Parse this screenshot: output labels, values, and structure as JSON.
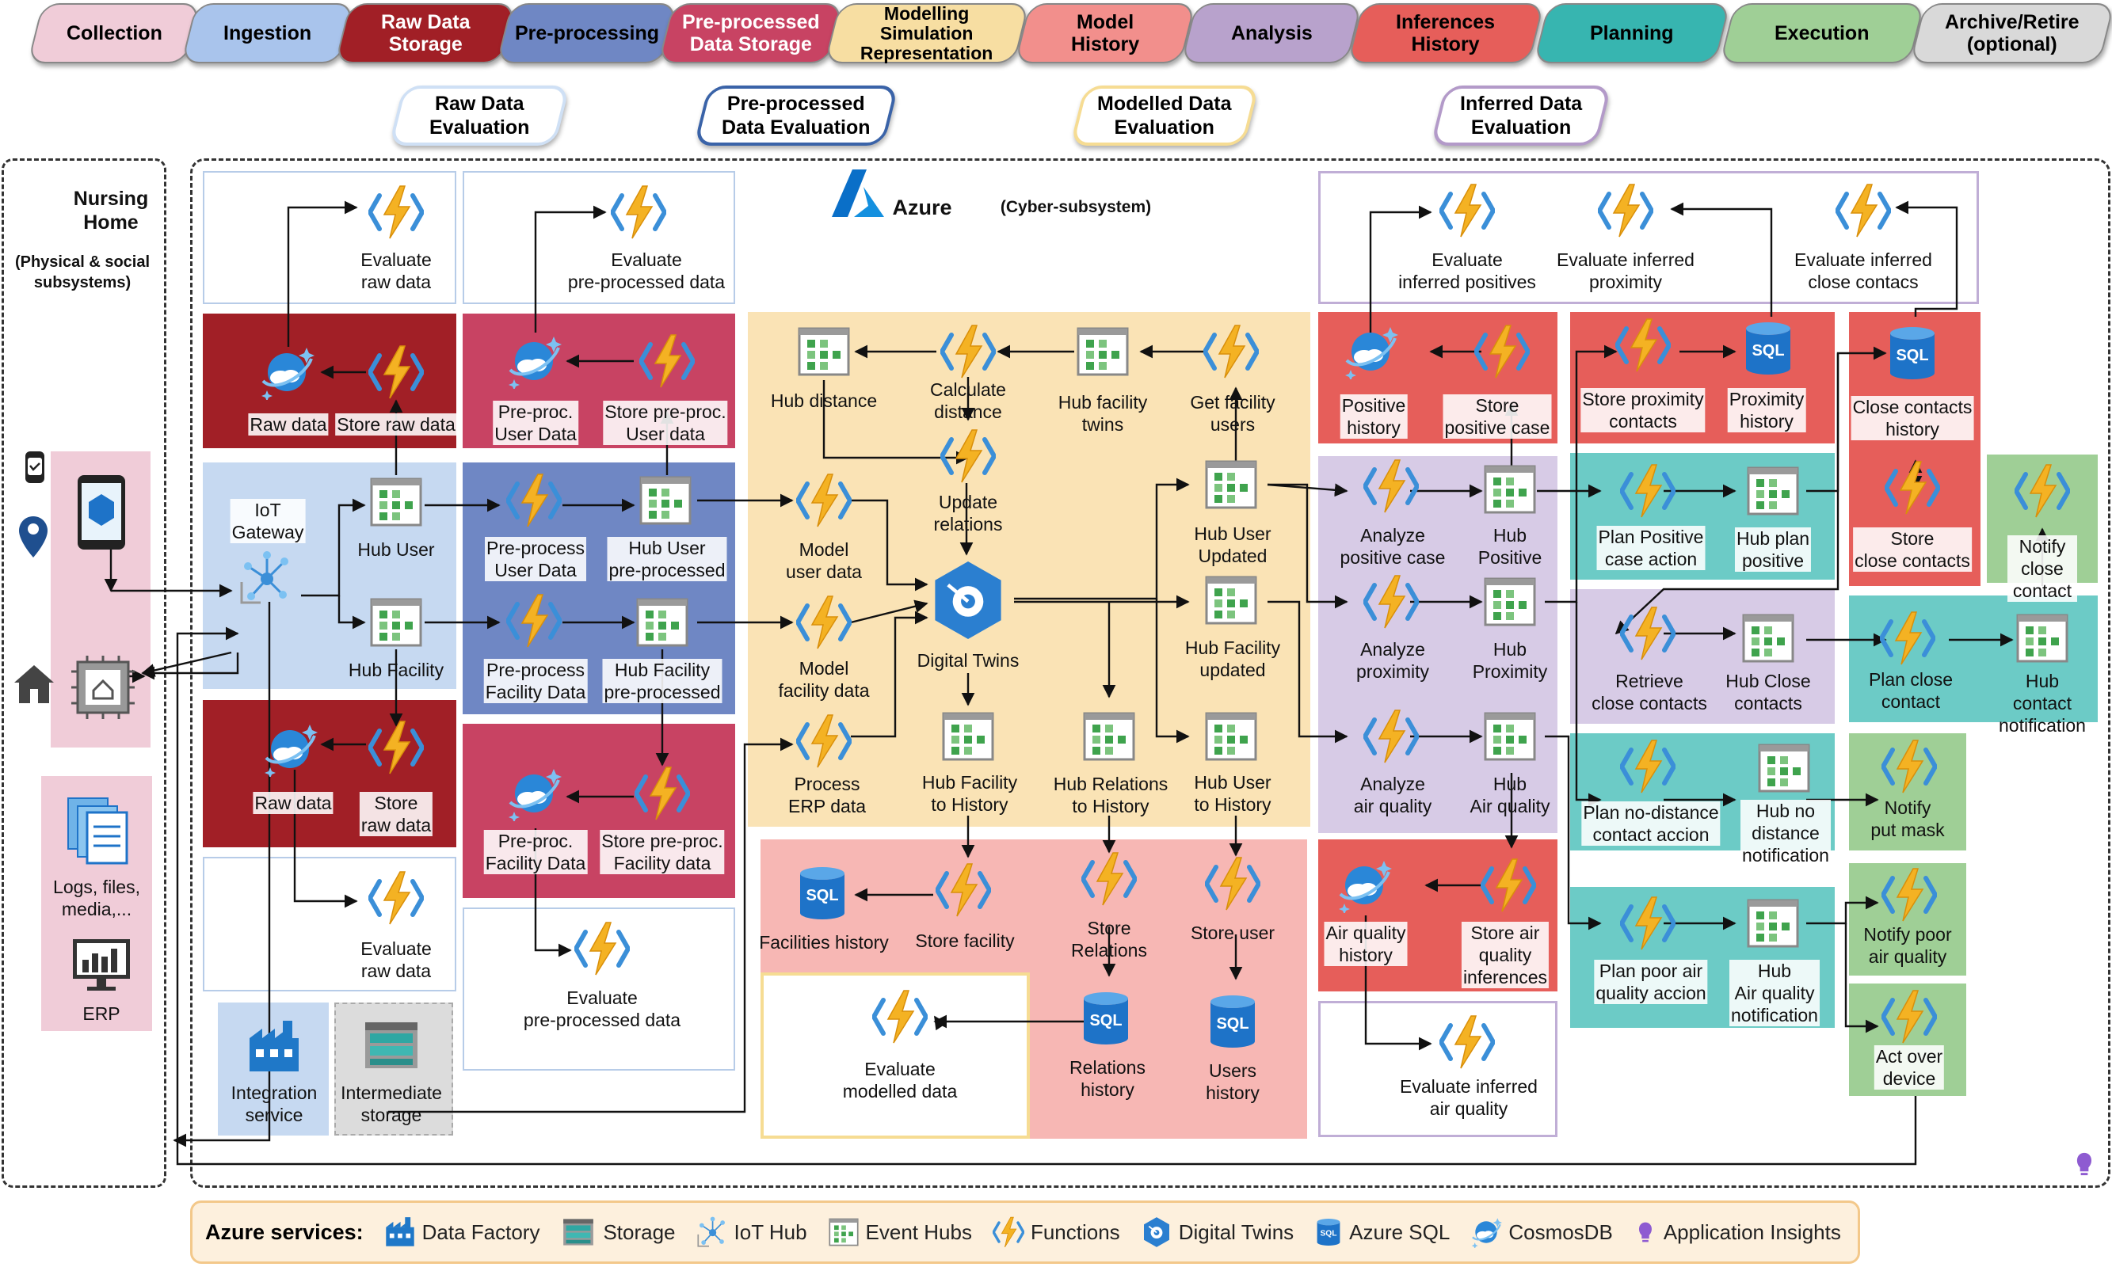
{
  "lifecycle": [
    {
      "label": "Collection",
      "fill": "#f0ccd8"
    },
    {
      "label": "Ingestion",
      "fill": "#a9c4ec"
    },
    {
      "label": "Raw Data\nStorage",
      "fill": "#a11f26",
      "text": "#ffffff"
    },
    {
      "label": "Pre-processing",
      "fill": "#6f87c4"
    },
    {
      "label": "Pre-processed\nData Storage",
      "fill": "#c84363",
      "text": "#ffffff"
    },
    {
      "label": "Modelling\nSimulation\nRepresentation",
      "fill": "#f7dea2"
    },
    {
      "label": "Model\nHistory",
      "fill": "#f28f8c"
    },
    {
      "label": "Analysis",
      "fill": "#b8a2cc"
    },
    {
      "label": "Inferences\nHistory",
      "fill": "#e65e5a"
    },
    {
      "label": "Planning",
      "fill": "#37b5b0"
    },
    {
      "label": "Execution",
      "fill": "#9fcf96"
    },
    {
      "label": "Archive/Retire\n(optional)",
      "fill": "#d9d9d9"
    }
  ],
  "evaluations": [
    {
      "label": "Raw Data\nEvaluation",
      "border": "#cfe0f5"
    },
    {
      "label": "Pre-processed\nData Evaluation",
      "border": "#3a63a8"
    },
    {
      "label": "Modelled Data\nEvaluation",
      "border": "#f6dc93"
    },
    {
      "label": "Inferred Data\nEvaluation",
      "border": "#b39ac9"
    }
  ],
  "physical": {
    "title": "Nursing\nHome",
    "subtitle": "(Physical & social\nsubsystems)",
    "sources": "Logs, files,\nmedia,...",
    "erp": "ERP"
  },
  "azure": {
    "title": "Azure",
    "subtitle": "(Cyber-subsystem)"
  },
  "nodes": {
    "iot_gateway": "IoT\nGateway",
    "eval_raw_1": "Evaluate\nraw data",
    "raw_data_1": "Raw data",
    "store_raw_1": "Store raw data",
    "hub_user": "Hub User",
    "hub_facility": "Hub Facility",
    "raw_data_2": "Raw data",
    "store_raw_2": "Store\nraw data",
    "eval_raw_2": "Evaluate\nraw data",
    "integration": "Integration\nservice",
    "intermediate": "Intermediate\nstorage",
    "eval_pre_1": "Evaluate\npre-processed data",
    "preproc_user_data": "Pre-proc.\nUser Data",
    "store_preproc_user": "Store pre-proc.\nUser data",
    "preprocess_user": "Pre-process\nUser Data",
    "hub_user_pre": "Hub User\npre-processed",
    "preprocess_facility": "Pre-process\nFacility Data",
    "hub_facility_pre": "Hub Facility\npre-processed",
    "preproc_facility_data": "Pre-proc.\nFacility Data",
    "store_preproc_facility": "Store pre-proc.\nFacility data",
    "eval_pre_2": "Evaluate\npre-processed data",
    "hub_distance": "Hub distance",
    "calc_distance": "Calculate\ndistance",
    "hub_facility_twins": "Hub facility\ntwins",
    "get_facility_users": "Get facility\nusers",
    "update_relations": "Update\nrelations",
    "model_user": "Model\nuser data",
    "model_facility": "Model\nfacility data",
    "process_erp": "Process\nERP data",
    "digital_twins": "Digital Twins",
    "hub_user_updated": "Hub User\nUpdated",
    "hub_facility_updated": "Hub Facility\nupdated",
    "hub_facility_history": "Hub Facility\nto History",
    "hub_relations_history": "Hub Relations\nto History",
    "hub_user_history": "Hub User\nto History",
    "facilities_history": "Facilities history",
    "store_facility": "Store facility",
    "store_relations": "Store\nRelations",
    "store_user": "Store user",
    "relations_history": "Relations\nhistory",
    "users_history": "Users\nhistory",
    "eval_modelled": "Evaluate\nmodelled data",
    "eval_inf_pos": "Evaluate\ninferred positives",
    "eval_inf_prox": "Evaluate inferred\nproximity",
    "eval_inf_close": "Evaluate inferred\nclose contacs",
    "positive_history": "Positive\nhistory",
    "store_positive": "Store\npositive case",
    "analyze_positive": "Analyze\npositive case",
    "hub_positive": "Hub\nPositive",
    "analyze_proximity": "Analyze\nproximity",
    "hub_proximity": "Hub\nProximity",
    "analyze_air": "Analyze\nair quality",
    "hub_air": "Hub\nAir quality",
    "air_history": "Air quality\nhistory",
    "store_air": "Store air\nquality\ninferences",
    "eval_inf_air": "Evaluate inferred\nair quality",
    "store_prox_contacts": "Store proximity\ncontacts",
    "proximity_history": "Proximity\nhistory",
    "plan_positive": "Plan Positive\ncase action",
    "hub_plan_positive": "Hub plan\npositive",
    "retrieve_close": "Retrieve\nclose contacts",
    "hub_close": "Hub Close\ncontacts",
    "plan_no_distance": "Plan no-distance\ncontact accion",
    "hub_no_distance": "Hub no\ndistance\nnotification",
    "plan_poor_air": "Plan poor air\nquality accion",
    "hub_air_notif": "Hub\nAir quality\nnotification",
    "close_contacts_history": "Close contacts\nhistory",
    "store_close": "Store\nclose contacts",
    "notify_close": "Notify\nclose contact",
    "plan_close": "Plan close\ncontact",
    "hub_contact_notif": "Hub contact\nnotification",
    "notify_mask": "Notify\nput mask",
    "notify_poor_air": "Notify poor\nair quality",
    "act_device": "Act over\ndevice"
  },
  "legend": {
    "title": "Azure services:",
    "items": [
      {
        "icon": "data-factory",
        "label": "Data Factory"
      },
      {
        "icon": "storage",
        "label": "Storage"
      },
      {
        "icon": "iot-hub",
        "label": "IoT Hub"
      },
      {
        "icon": "event-hubs",
        "label": "Event Hubs"
      },
      {
        "icon": "functions",
        "label": "Functions"
      },
      {
        "icon": "digital-twins",
        "label": "Digital Twins"
      },
      {
        "icon": "azure-sql",
        "label": "Azure SQL"
      },
      {
        "icon": "cosmosdb",
        "label": "CosmosDB"
      },
      {
        "icon": "application-insights",
        "label": "Application Insights"
      }
    ]
  },
  "colors": {
    "accent": "#f4b223",
    "sql": "#1e73c8",
    "cosmos": "#2a87d8",
    "eventhub": "#3fa34d",
    "azure": "#0a6fc8"
  }
}
